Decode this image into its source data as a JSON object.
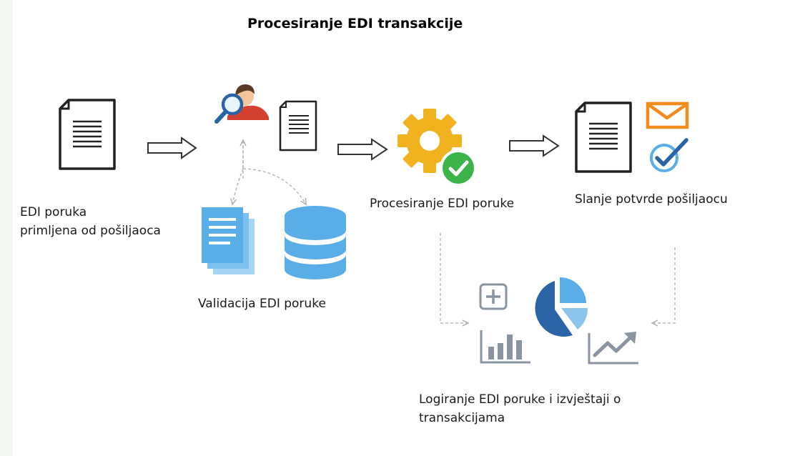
{
  "title": "Procesiranje EDI transakcije",
  "steps": {
    "received": {
      "line1": "EDI poruka",
      "line2": "primljena od pošiljaoca"
    },
    "validation": {
      "label": "Validacija EDI poruke"
    },
    "processing": {
      "label": "Procesiranje EDI poruke"
    },
    "confirmation": {
      "label": "Slanje potvrde pošiljaocu"
    },
    "logging": {
      "line1": "Logiranje EDI poruke i izvještaji o",
      "line2": "transakcijama"
    }
  },
  "colors": {
    "blue_light": "#5aaee8",
    "blue_dark": "#2a64a4",
    "gear": "#f1b21f",
    "check": "#3bb54a",
    "envelope": "#f28a1e",
    "gray_icon": "#8a93a0"
  }
}
